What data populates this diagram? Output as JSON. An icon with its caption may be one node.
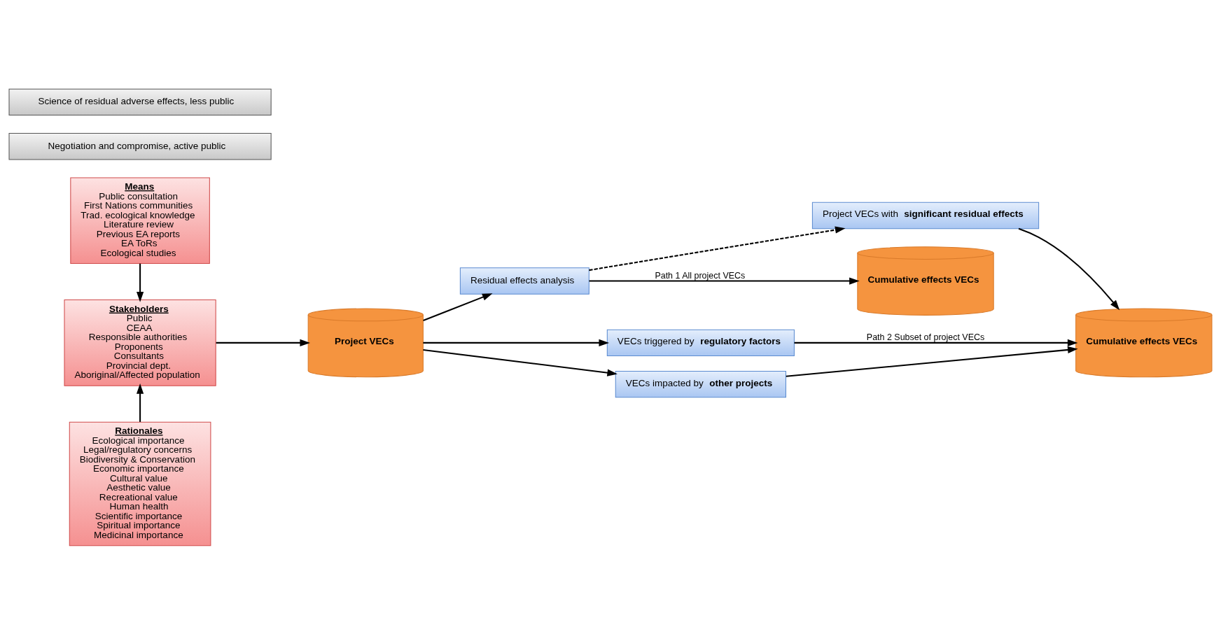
{
  "diagram": {
    "nodes": [
      {
        "text": [
          "Means",
          "Public consultation",
          "First Nations communities",
          "Trad. ecological knowledge",
          "Literature review",
          "Previous EA reports",
          "EA ToRs",
          "Ecological studies"
        ]
      },
      {
        "text": [
          "Stakeholders",
          "Public",
          "CEAA",
          "Responsible authorities",
          "Proponents",
          "Consultants",
          "Provincial dept.",
          "Aboriginal/Affected population"
        ]
      },
      {
        "text": [
          "Rationales",
          "Ecological importance",
          "Legal/regulatory concerns",
          "Biodiversity & Conservation",
          "Economic importance",
          "Cultural value",
          "Aesthetic value",
          "Recreational value",
          "Human health",
          "Scientific importance",
          "Spiritual importance",
          "Medicinal importance"
        ]
      },
      {
        "text": [
          "Project VECs"
        ]
      },
      {
        "text": [
          "Residual effects analysis"
        ]
      },
      {
        "text": [
          "Project VECs with **significant residual effects**"
        ]
      },
      {
        "text": [
          "Cumulative effects VECs"
        ]
      },
      {
        "text": [
          "VECs triggered by **regulatory factors**"
        ]
      },
      {
        "text": [
          "VECs impacted by **other projects**"
        ]
      },
      {
        "text": [
          "Cumulative effects VECs"
        ]
      },
      {
        "text": [
          "Negotiation and compromise, active public"
        ]
      },
      {
        "text": [
          "Science of residual adverse effects, less public"
        ]
      }
    ],
    "edges": [
      {
        "from": 0,
        "to": 1,
        "arrow": "to"
      },
      {
        "from": 2,
        "to": 1,
        "arrow": "to"
      },
      {
        "from": 1,
        "to": 3,
        "arrow": "to"
      },
      {
        "from": 3,
        "to": 4,
        "arrow": "to"
      },
      {
        "from": 4,
        "to": 5,
        "arrow": "to",
        "style": "dashed"
      },
      {
        "from": 4,
        "to": 6,
        "arrow": "to",
        "label": "Path 1 All project VECs"
      },
      {
        "from": 3,
        "to": 7,
        "arrow": "to"
      },
      {
        "from": 3,
        "to": 8,
        "arrow": "to"
      },
      {
        "from": 5,
        "to": 9,
        "arrow": "to"
      },
      {
        "from": 7,
        "to": 9,
        "arrow": "to",
        "label": "Path 2 Subset of project VECs"
      },
      {
        "from": 8,
        "to": 9,
        "arrow": "to"
      }
    ]
  }
}
